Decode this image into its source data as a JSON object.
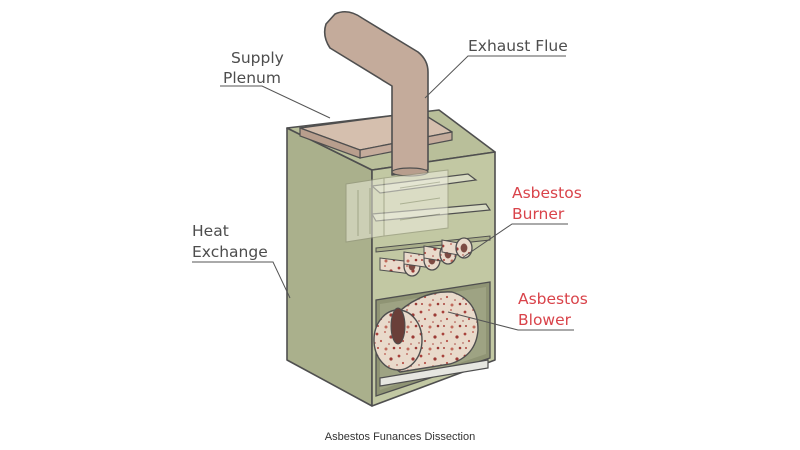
{
  "labels": {
    "supply_plenum_1": "Supply",
    "supply_plenum_2": "Plenum",
    "exhaust_flue": "Exhaust Flue",
    "heat_exchange_1": "Heat",
    "heat_exchange_2": "Exchange",
    "asbestos_burner_1": "Asbestos",
    "asbestos_burner_2": "Burner",
    "asbestos_blower_1": "Asbestos",
    "asbestos_blower_2": "Blower"
  },
  "caption": "Asbestos Funances Dissection",
  "colors": {
    "cabinet_front": "#c2c8a3",
    "cabinet_side": "#aab08c",
    "cabinet_top": "#b9bf9a",
    "flue": "#c4ab9b",
    "plenum": "#d5bfae",
    "outline": "#4f4f4f",
    "leader_line": "#555555",
    "asbestos_label": "#d9434a",
    "normal_label": "#4d4d4d",
    "speckle": "#a8423c"
  }
}
